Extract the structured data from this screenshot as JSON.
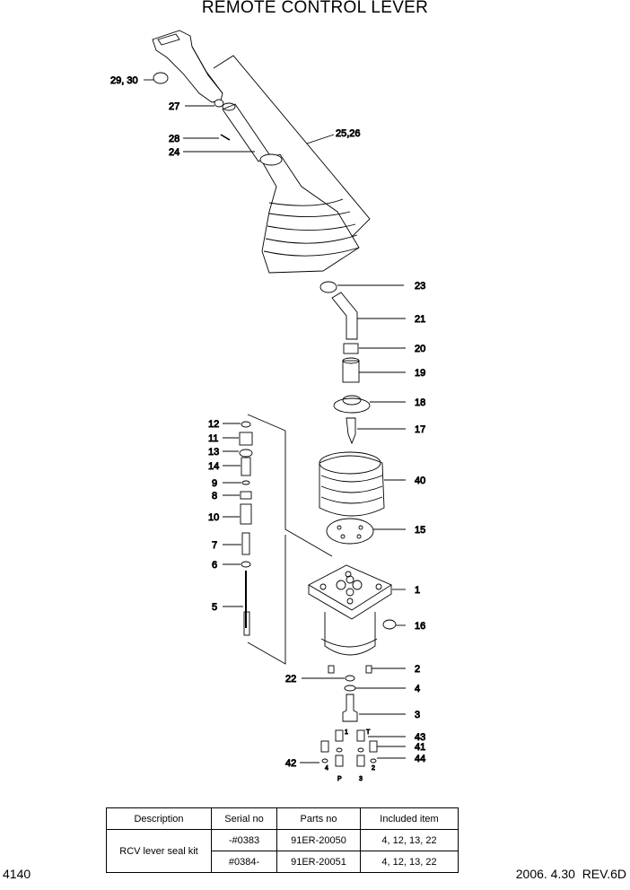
{
  "title": "REMOTE CONTROL LEVER",
  "callouts": {
    "c2930": "29, 30",
    "c27": "27",
    "c28": "28",
    "c24": "24",
    "c2526": "25,26",
    "c23": "23",
    "c21": "21",
    "c20": "20",
    "c19": "19",
    "c18": "18",
    "c17": "17",
    "c40": "40",
    "c15": "15",
    "c1": "1",
    "c16": "16",
    "c2": "2",
    "c22": "22",
    "c4": "4",
    "c3": "3",
    "c43": "43",
    "c41": "41",
    "c44": "44",
    "c42": "42",
    "c12": "12",
    "c11": "11",
    "c13": "13",
    "c14": "14",
    "c9": "9",
    "c8": "8",
    "c10": "10",
    "c7": "7",
    "c6": "6",
    "c5": "5"
  },
  "port_marks": {
    "p1": "1",
    "pT": "T",
    "p4": "4",
    "p2": "2",
    "pP": "P",
    "p3": "3"
  },
  "table": {
    "headers": [
      "Description",
      "Serial no",
      "Parts no",
      "Included item"
    ],
    "description": "RCV lever seal kit",
    "rows": [
      {
        "serial": "-#0383",
        "part": "91ER-20050",
        "items": "4, 12, 13, 22"
      },
      {
        "serial": "#0384-",
        "part": "91ER-20051",
        "items": "4, 12, 13, 22"
      }
    ]
  },
  "footer": {
    "page": "4140",
    "date_rev": "2006. 4.30  REV.6D"
  }
}
